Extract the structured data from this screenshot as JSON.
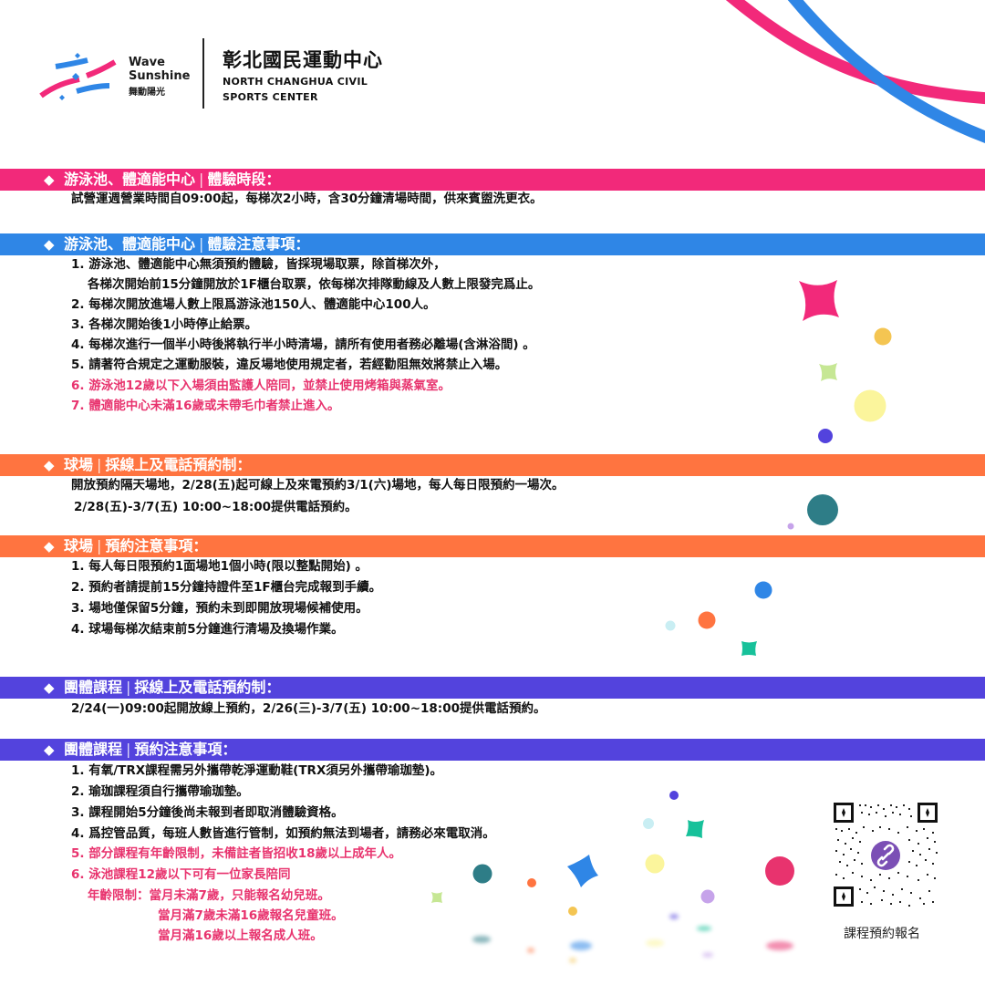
{
  "header": {
    "logo": {
      "line1": "Wave",
      "line2": "Sunshine",
      "zh": "舞動陽光"
    },
    "title_zh": "彰北國民運動中心",
    "title_en_line1": "NORTH CHANGHUA CIVIL",
    "title_en_line2": "SPORTS CENTER"
  },
  "colors": {
    "pink": "#f2297a",
    "blue": "#2f86e6",
    "orange": "#ff7440",
    "purple": "#5343dd"
  },
  "sections": [
    {
      "title_a": "游泳池、體適能中心",
      "title_b": "體驗時段：",
      "color": "#f2297a",
      "lines": [
        {
          "text": "試營運週營業時間自09:00起，每梯次2小時，含30分鐘清場時間，供來賓盥洗更衣。",
          "red": false
        }
      ]
    },
    {
      "title_a": "游泳池、體適能中心",
      "title_b": "體驗注意事項：",
      "color": "#2f86e6",
      "lines": [
        {
          "text": "1. 游泳池、體適能中心無須預約體驗，皆採現場取票，除首梯次外，",
          "red": false
        },
        {
          "text": "各梯次開始前15分鐘開放於1F櫃台取票，依每梯次排隊動線及人數上限發完爲止。",
          "red": false
        },
        {
          "text": "2. 每梯次開放進場人數上限爲游泳池150人、體適能中心100人。",
          "red": false
        },
        {
          "text": "3. 各梯次開始後1小時停止給票。",
          "red": false
        },
        {
          "text": "4. 每梯次進行一個半小時後將執行半小時清場，請所有使用者務必離場(含淋浴間) 。",
          "red": false
        },
        {
          "text": "5. 請著符合規定之運動服裝，違反場地使用規定者，若經勸阻無效將禁止入場。",
          "red": false
        },
        {
          "text": "6. 游泳池12歲以下入場須由監護人陪同，並禁止使用烤箱與蒸氣室。",
          "red": true
        },
        {
          "text": "7. 體適能中心未滿16歲或未帶毛巾者禁止進入。",
          "red": true
        }
      ]
    },
    {
      "title_a": "球場",
      "title_b": "採線上及電話預約制：",
      "color": "#ff7440",
      "lines": [
        {
          "text": "開放預約隔天場地，2/28(五)起可線上及來電預約3/1(六)場地，每人每日限預約一場次。",
          "red": false
        },
        {
          "text": "2/28(五)-3/7(五) 10:00~18:00提供電話預約。",
          "red": false
        }
      ]
    },
    {
      "title_a": "球場",
      "title_b": "預約注意事項：",
      "color": "#ff7440",
      "lines": [
        {
          "text": "1. 每人每日限預約1面場地1個小時(限以整點開始) 。",
          "red": false
        },
        {
          "text": "2. 預約者請提前15分鐘持證件至1F櫃台完成報到手續。",
          "red": false
        },
        {
          "text": "3. 場地僅保留5分鐘，預約未到即開放現場候補使用。",
          "red": false
        },
        {
          "text": "4. 球場每梯次結束前5分鐘進行清場及換場作業。",
          "red": false
        }
      ]
    },
    {
      "title_a": "團體課程",
      "title_b": "採線上及電話預約制：",
      "color": "#5343dd",
      "lines": [
        {
          "text": "2/24(一)09:00起開放線上預約，2/26(三)-3/7(五) 10:00~18:00提供電話預約。",
          "red": false
        }
      ]
    },
    {
      "title_a": "團體課程",
      "title_b": "預約注意事項：",
      "color": "#5343dd",
      "lines": [
        {
          "text": "1. 有氧/TRX課程需另外攜帶乾淨運動鞋(TRX須另外攜帶瑜珈墊)。",
          "red": false
        },
        {
          "text": "2. 瑜珈課程須自行攜帶瑜珈墊。",
          "red": false
        },
        {
          "text": "3. 課程開始5分鐘後尚未報到者即取消體驗資格。",
          "red": false
        },
        {
          "text": "4. 爲控管品質，每班人數皆進行管制，如預約無法到場者，請務必來電取消。",
          "red": false
        },
        {
          "text": "5. 部分課程有年齡限制，未備註者皆招收18歲以上成年人。",
          "red": true
        },
        {
          "text": "6. 泳池課程12歲以下可有一位家長陪同",
          "red": true
        },
        {
          "text": "年齡限制：當月未滿7歲，只能報名幼兒班。",
          "red": true
        },
        {
          "text": "當月滿7歲未滿16歲報名兒童班。",
          "red": true
        },
        {
          "text": "當月滿16歲以上報名成人班。",
          "red": true
        }
      ]
    }
  ],
  "qr": {
    "caption": "課程預約報名",
    "center_icon": "link-icon"
  }
}
